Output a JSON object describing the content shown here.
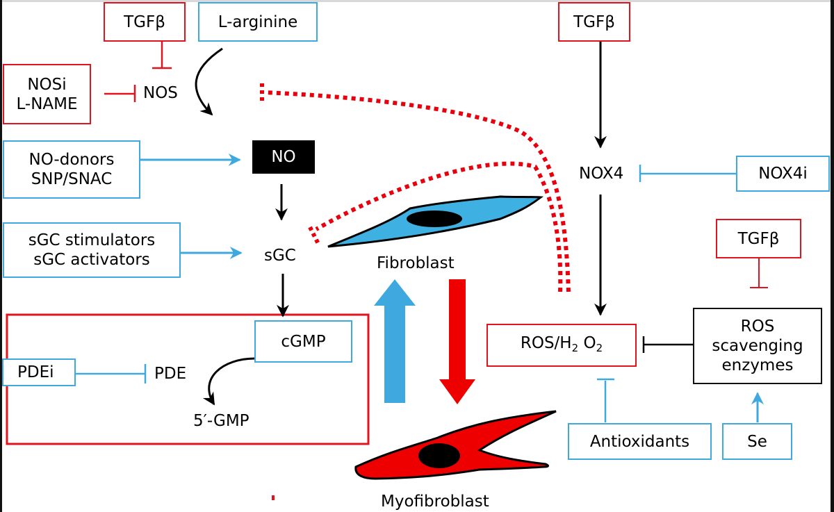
{
  "diagram": {
    "colors": {
      "inhibitor_red": "#e0141e",
      "therapeutic_blue": "#3fa9df",
      "fibroblast_fill": "#3fb0e2",
      "myofibroblast_fill": "#ee0000",
      "neutral_black": "#000000"
    },
    "nodes": {
      "tgfb_top_left": "TGFβ",
      "l_arginine": "L-arginine",
      "nosi_line1": "NOSi",
      "nosi_line2": "L-NAME",
      "nos": "NOS",
      "no_donors_line1": "NO-donors",
      "no_donors_line2": "SNP/SNAC",
      "no": "NO",
      "sgc_mod_line1": "sGC stimulators",
      "sgc_mod_line2": "sGC activators",
      "sgc": "sGC",
      "cgmp": "cGMP",
      "pdei": "PDEi",
      "pde": "PDE",
      "five_gmp": "5′-GMP",
      "fibroblast": "Fibroblast",
      "myofibroblast": "Myofibroblast",
      "tgfb_top_right": "TGFβ",
      "nox4": "NOX4",
      "nox4i": "NOX4i",
      "tgfb_right": "TGFβ",
      "ros_prefix": "ROS/H",
      "ros_sub1": "2",
      "ros_mid": " O",
      "ros_sub2": "2",
      "scavenging_line1": "ROS",
      "scavenging_line2": "scavenging",
      "scavenging_line3": "enzymes",
      "antioxidants": "Antioxidants",
      "se": "Se"
    },
    "edges": [
      {
        "from": "TGFβ",
        "to": "NOS",
        "type": "inhibits"
      },
      {
        "from": "NOSi L-NAME",
        "to": "NOS",
        "type": "inhibits"
      },
      {
        "from": "L-arginine",
        "to": "NO",
        "type": "converts"
      },
      {
        "from": "NO-donors SNP/SNAC",
        "to": "NO",
        "type": "activates"
      },
      {
        "from": "NO",
        "to": "sGC",
        "type": "activates"
      },
      {
        "from": "sGC stimulators sGC activators",
        "to": "sGC",
        "type": "activates"
      },
      {
        "from": "sGC",
        "to": "cGMP",
        "type": "produces"
      },
      {
        "from": "cGMP",
        "to": "5′-GMP",
        "type": "degraded-by-PDE"
      },
      {
        "from": "PDEi",
        "to": "PDE",
        "type": "inhibits"
      },
      {
        "from": "TGFβ",
        "to": "NOX4",
        "type": "activates"
      },
      {
        "from": "NOX4i",
        "to": "NOX4",
        "type": "inhibits"
      },
      {
        "from": "NOX4",
        "to": "ROS/H2O2",
        "type": "produces"
      },
      {
        "from": "ROS/H2O2",
        "to": "NOS",
        "type": "inhibits-dotted"
      },
      {
        "from": "ROS/H2O2",
        "to": "sGC",
        "type": "inhibits-dotted"
      },
      {
        "from": "ROS scavenging enzymes",
        "to": "ROS/H2O2",
        "type": "inhibits"
      },
      {
        "from": "TGFβ",
        "to": "ROS scavenging enzymes",
        "type": "inhibits"
      },
      {
        "from": "Antioxidants",
        "to": "ROS/H2O2",
        "type": "inhibits"
      },
      {
        "from": "Se",
        "to": "ROS scavenging enzymes",
        "type": "activates"
      },
      {
        "from": "Myofibroblast",
        "to": "Fibroblast",
        "type": "reversal-blue"
      },
      {
        "from": "Fibroblast",
        "to": "Myofibroblast",
        "type": "differentiation-red"
      }
    ]
  }
}
